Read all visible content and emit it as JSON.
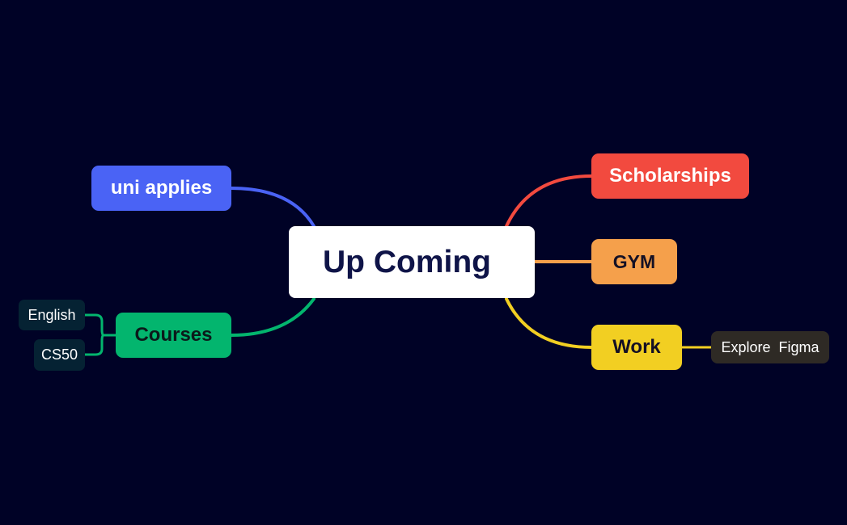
{
  "central": {
    "label": "Up Coming"
  },
  "branches": {
    "uni_applies": {
      "label": "uni applies",
      "color": "#4a63f5"
    },
    "courses": {
      "label": "Courses",
      "color": "#03b56e",
      "children": [
        {
          "label": "English"
        },
        {
          "label": "CS50"
        }
      ]
    },
    "scholarships": {
      "label": "Scholarships",
      "color": "#f24a3f"
    },
    "gym": {
      "label": "GYM",
      "color": "#f5a04b"
    },
    "work": {
      "label": "Work",
      "color": "#f2cf22",
      "children": [
        {
          "label": "Explore  Figma"
        }
      ]
    }
  },
  "theme": {
    "background": "#000226",
    "central_fill": "#ffffff",
    "leaf_fill": "#052233"
  }
}
